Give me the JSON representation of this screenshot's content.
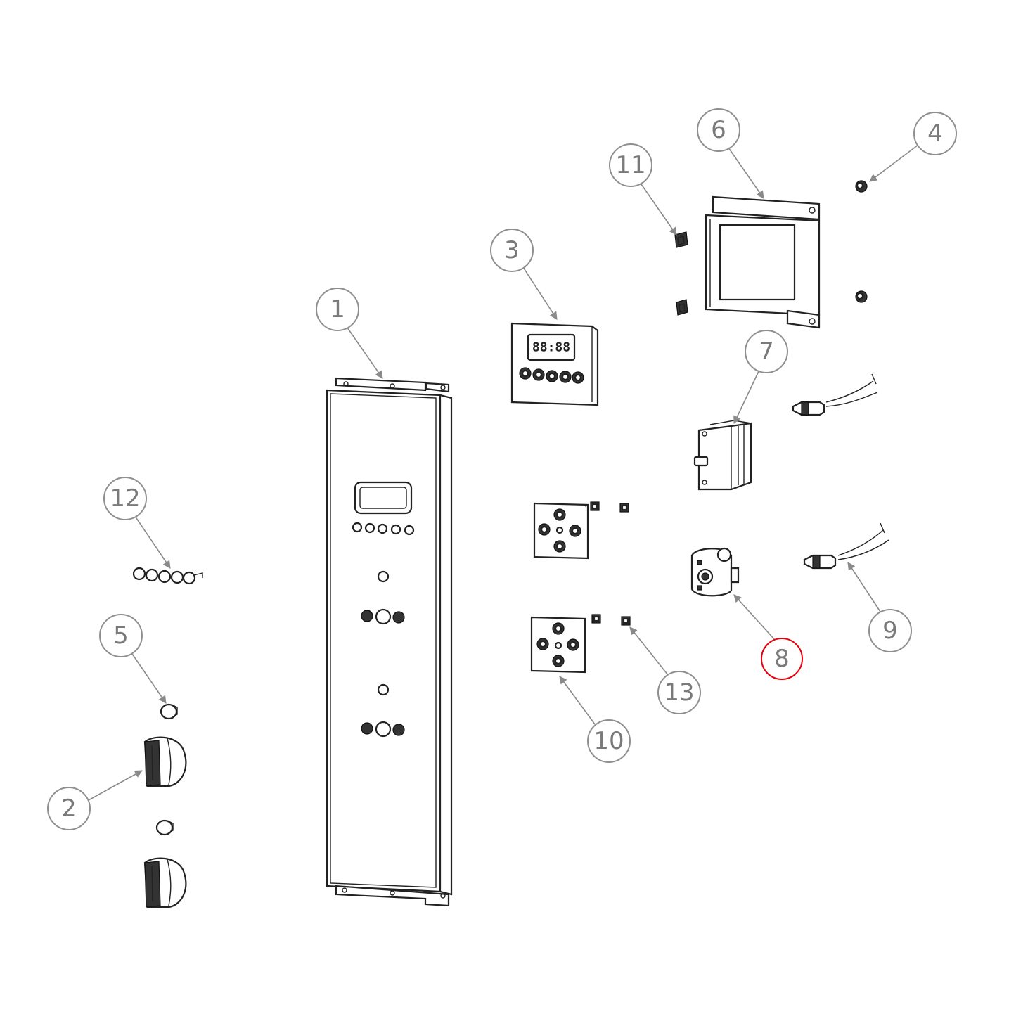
{
  "highlight_color": "#e8000b",
  "highlighted_callout": "8",
  "display_digits": "88:88",
  "callouts": [
    {
      "id": "c1",
      "label": "1"
    },
    {
      "id": "c2",
      "label": "2"
    },
    {
      "id": "c3",
      "label": "3"
    },
    {
      "id": "c4",
      "label": "4"
    },
    {
      "id": "c5",
      "label": "5"
    },
    {
      "id": "c6",
      "label": "6"
    },
    {
      "id": "c7",
      "label": "7"
    },
    {
      "id": "c8",
      "label": "8"
    },
    {
      "id": "c9",
      "label": "9"
    },
    {
      "id": "c10",
      "label": "10"
    },
    {
      "id": "c11",
      "label": "11"
    },
    {
      "id": "c12",
      "label": "12"
    },
    {
      "id": "c13",
      "label": "13"
    }
  ]
}
